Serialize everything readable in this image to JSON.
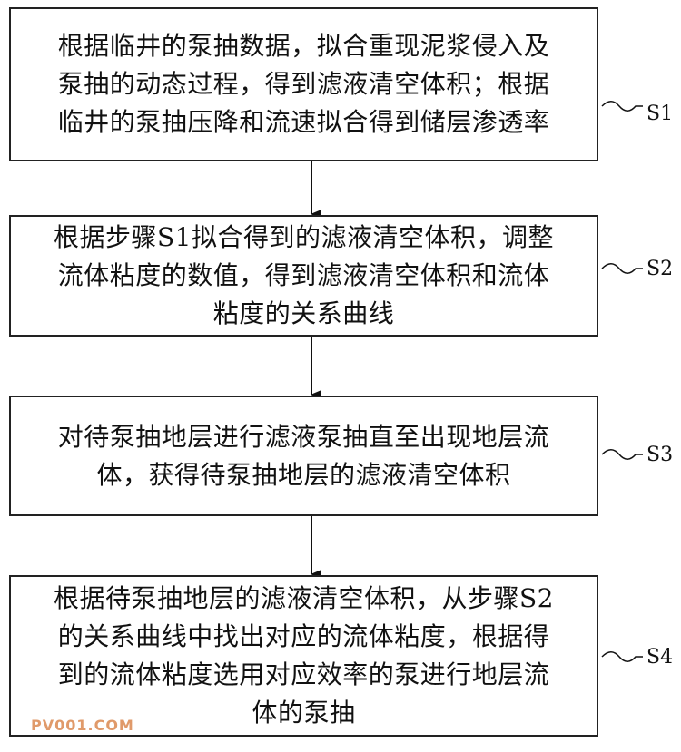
{
  "steps": [
    {
      "id": "S1",
      "label": "S1",
      "lines": [
        "根据临井的泵抽数据，拟合重现泥浆侵入及",
        "泵抽的动态过程，得到滤液清空体积；根据",
        "临井的泵抽压降和流速拟合得到储层渗透率"
      ]
    },
    {
      "id": "S2",
      "label": "S2",
      "lines": [
        "根据步骤S1拟合得到的滤液清空体积，调整",
        "流体粘度的数值，得到滤液清空体积和流体",
        "粘度的关系曲线"
      ]
    },
    {
      "id": "S3",
      "label": "S3",
      "lines": [
        "对待泵抽地层进行滤液泵抽直至出现地层流",
        "体，获得待泵抽地层的滤液清空体积"
      ]
    },
    {
      "id": "S4",
      "label": "S4",
      "lines": [
        "根据待泵抽地层的滤液清空体积，从步骤S2",
        "的关系曲线中找出对应的流体粘度，根据得",
        "到的流体粘度选用对应效率的泵进行地层流",
        "体的泵抽"
      ]
    }
  ],
  "watermark": "PV001.COM"
}
